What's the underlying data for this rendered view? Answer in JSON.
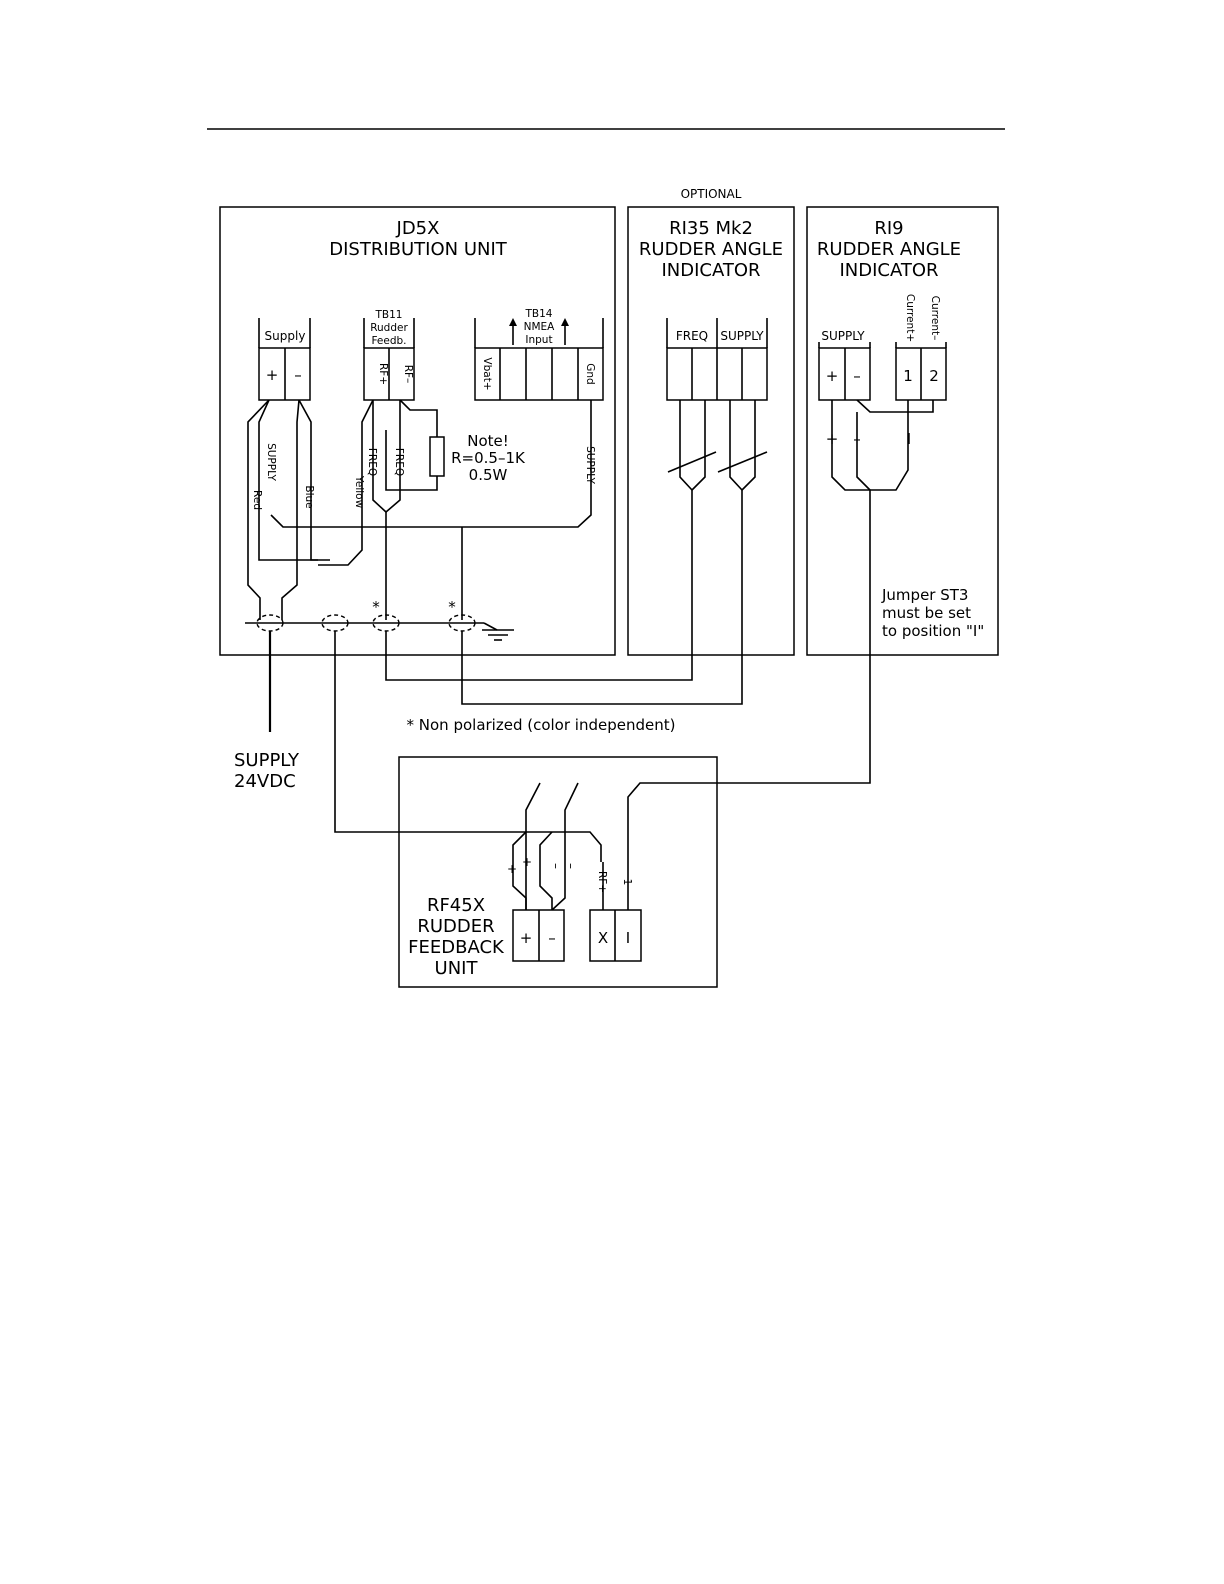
{
  "optional_label": "OPTIONAL",
  "jd5x": {
    "title_line1": "JD5X",
    "title_line2": "DISTRIBUTION  UNIT",
    "supply_header": "Supply",
    "supply_plus": "+",
    "supply_minus": "–",
    "tb11_line1": "TB11",
    "tb11_line2": "Rudder",
    "tb11_line3": "Feedb.",
    "rf_plus": "RF+",
    "rf_minus": "RF–",
    "tb14_line1": "TB14",
    "tb14_line2": "NMEA",
    "tb14_line3": "Input",
    "vbat": "Vbat+",
    "gnd": "Gnd",
    "wire_supply_left": "SUPPLY",
    "wire_red": "Red",
    "wire_blue": "Blue",
    "wire_yellow": "Yellow",
    "wire_freq_1": "FREQ",
    "wire_freq_2": "FREQ",
    "wire_supply_right": "SUPPLY",
    "note_line1": "Note!",
    "note_line2": "R=0.5–1K",
    "note_line3": "0.5W",
    "asterisk_1": "*",
    "asterisk_2": "*"
  },
  "ri35": {
    "title_line1": "RI35  Mk2",
    "title_line2": "RUDDER  ANGLE",
    "title_line3": "INDICATOR",
    "freq": "FREQ",
    "supply": "SUPPLY"
  },
  "ri9": {
    "title_line1": "RI9",
    "title_line2": "RUDDER  ANGLE",
    "title_line3": "INDICATOR",
    "supply": "SUPPLY",
    "current_plus": "Current+",
    "current_minus": "Current–",
    "plus": "+",
    "minus": "–",
    "term_1": "1",
    "term_2": "2",
    "wire_plus": "+",
    "wire_minus": "–",
    "wire_i": "I",
    "jumper_line1": "Jumper  ST3",
    "jumper_line2": "must  be  set",
    "jumper_line3": "to  position  \"I\""
  },
  "non_polarized_note": "*  Non  polarized  (color  independent)",
  "supply_in_line1": "SUPPLY",
  "supply_in_line2": "24VDC",
  "rf45x": {
    "title_line1": "RF45X",
    "title_line2": "RUDDER",
    "title_line3": "FEEDBACK",
    "title_line4": "UNIT",
    "wire_plus_1": "+",
    "wire_plus_2": "+",
    "wire_minus_1": "–",
    "wire_minus_2": "–",
    "wire_rf_plus": "RF+",
    "wire_1": "1",
    "term_plus": "+",
    "term_minus": "–",
    "term_x": "X",
    "term_i": "I"
  }
}
